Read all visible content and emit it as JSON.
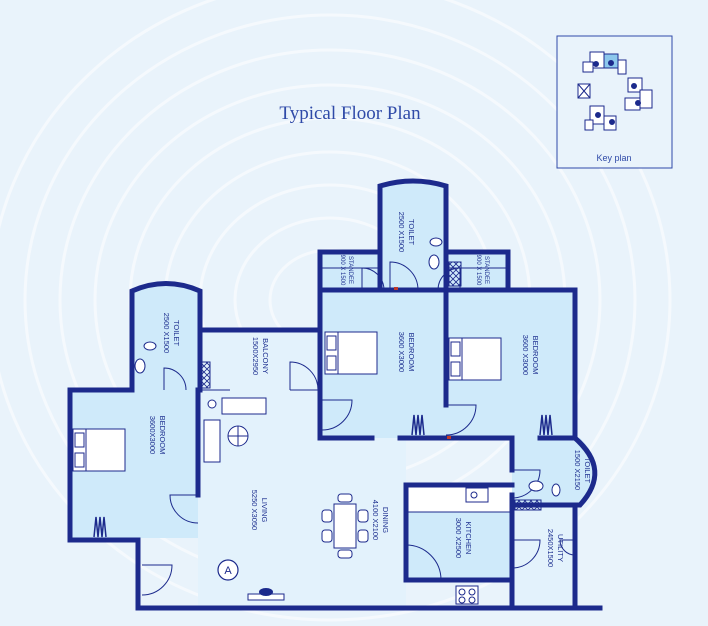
{
  "title": "Typical Floor Plan",
  "key_plan": {
    "caption": "Key plan"
  },
  "rooms": {
    "toilet_top": {
      "name": "TOILET",
      "dims": "2500 X1500"
    },
    "standee_left": {
      "name": "STANDEE",
      "dims": "900 X 1500"
    },
    "standee_right": {
      "name": "STANDEE",
      "dims": "900 X 1500"
    },
    "toilet_left": {
      "name": "TOILET",
      "dims": "2500 X1500"
    },
    "balcony": {
      "name": "BALCONY",
      "dims": "1500X2950"
    },
    "bedroom_center": {
      "name": "BEDROOM",
      "dims": "3600 X3000"
    },
    "bedroom_right": {
      "name": "BEDROOM",
      "dims": "3600 X3000"
    },
    "bedroom_left": {
      "name": "BEDROOM",
      "dims": "3600X3000"
    },
    "living": {
      "name": "LIVING",
      "dims": "5250 X3050"
    },
    "dining": {
      "name": "DINING",
      "dims": "4100 X2100"
    },
    "kitchen": {
      "name": "KITCHEN",
      "dims": "3000 X2500"
    },
    "toilet_right": {
      "name": "TOILET",
      "dims": "1500 X2150"
    },
    "utility": {
      "name": "UTILITY",
      "dims": "2450X1500"
    }
  },
  "entrance_marker": "A",
  "colors": {
    "wall": "#1c2a8c",
    "room_fill": "#cfeafa",
    "background": "#e9f3fb",
    "title": "#2f4aa8"
  }
}
